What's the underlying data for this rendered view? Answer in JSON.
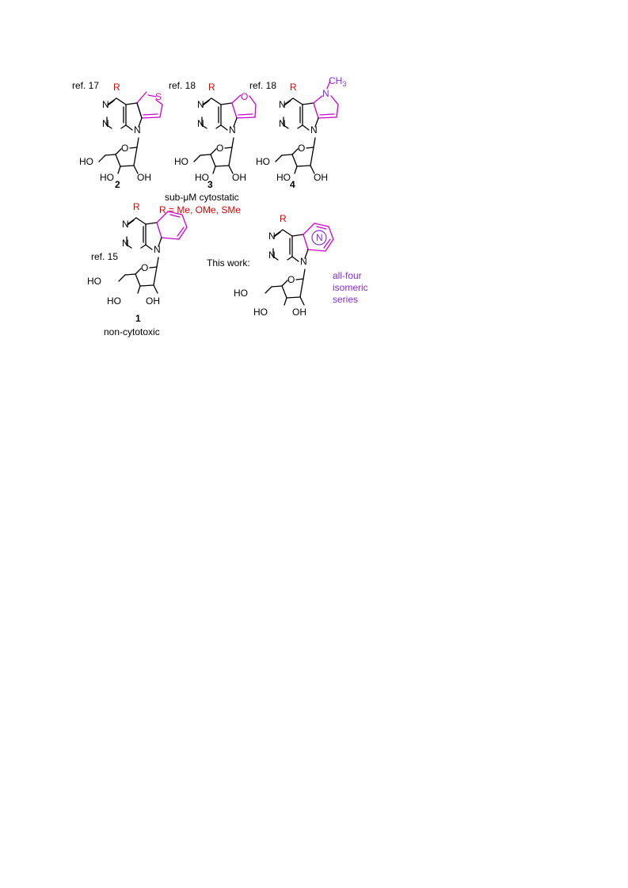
{
  "refs": {
    "c2": "ref. 17",
    "c3": "ref. 18",
    "c4": "ref. 18",
    "c1": "ref. 15"
  },
  "labels": {
    "compound_1": "1",
    "compound_2": "2",
    "compound_3": "3",
    "compound_4": "4"
  },
  "atoms": {
    "R": "R",
    "N": "N",
    "S": "S",
    "O": "O",
    "HO": "HO",
    "OH": "OH",
    "CH3": "CH3"
  },
  "captions": {
    "activity_top": "sub-μM cytostatic",
    "substituents": "R = Me, OMe, SMe",
    "activity_1": "non-cytotoxic",
    "this_work": "This work:",
    "series_line1": "all-four",
    "series_line2": "isomeric",
    "series_line3": "series"
  },
  "colors": {
    "substituent": "#e00000",
    "heteroaryl": "#d000d0",
    "new_series": "#8a2be2",
    "bond": "#000000"
  }
}
